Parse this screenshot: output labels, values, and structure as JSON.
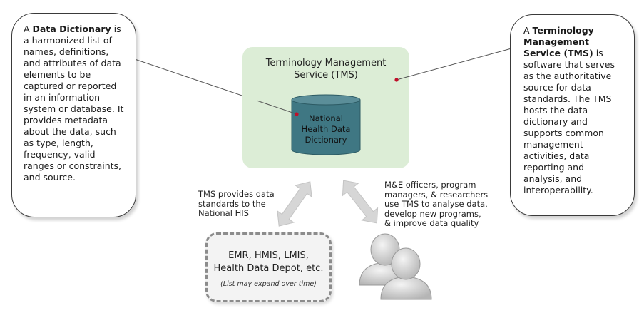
{
  "left_callout": {
    "prefix": "A ",
    "term": "Data Dictionary",
    "body": " is a harmonized list of names, definitions, and attributes of data elements to be captured or reported in an information system or database. It provides metadata about the data, such as type, length, frequency, valid ranges or constraints, and source."
  },
  "right_callout": {
    "prefix": "A ",
    "term": "Terminology Management Service (TMS)",
    "body": " is software that serves as the authoritative source for data standards. The TMS hosts the data dictionary and supports common management activities, data reporting and analysis, and interoperability."
  },
  "tms": {
    "title_line1": "Terminology Management",
    "title_line2": "Service (TMS)"
  },
  "database": {
    "line1": "National",
    "line2": "Health Data",
    "line3": "Dictionary"
  },
  "systems": {
    "line1": "EMR, HMIS, LMIS,",
    "line2": "Health Data Depot, etc.",
    "note": "(List may expand over time)"
  },
  "notes": {
    "tms_provides": [
      "TMS provides data",
      "standards to the",
      "National HIS"
    ],
    "users": [
      "M&E officers, program",
      "managers, & researchers",
      "use TMS to analyse data,",
      "develop new programs,",
      "& improve data quality"
    ]
  },
  "colors": {
    "tms_box": "#dcedd6",
    "cylinder": "#3f7783",
    "cylinder_top": "#5b8e99",
    "connector_dot": "#c0102a",
    "arrow": "#d6d6d6",
    "users_icon": "#cfcfcf"
  },
  "icons": [
    "users-icon",
    "double-arrow-icon",
    "database-icon"
  ]
}
